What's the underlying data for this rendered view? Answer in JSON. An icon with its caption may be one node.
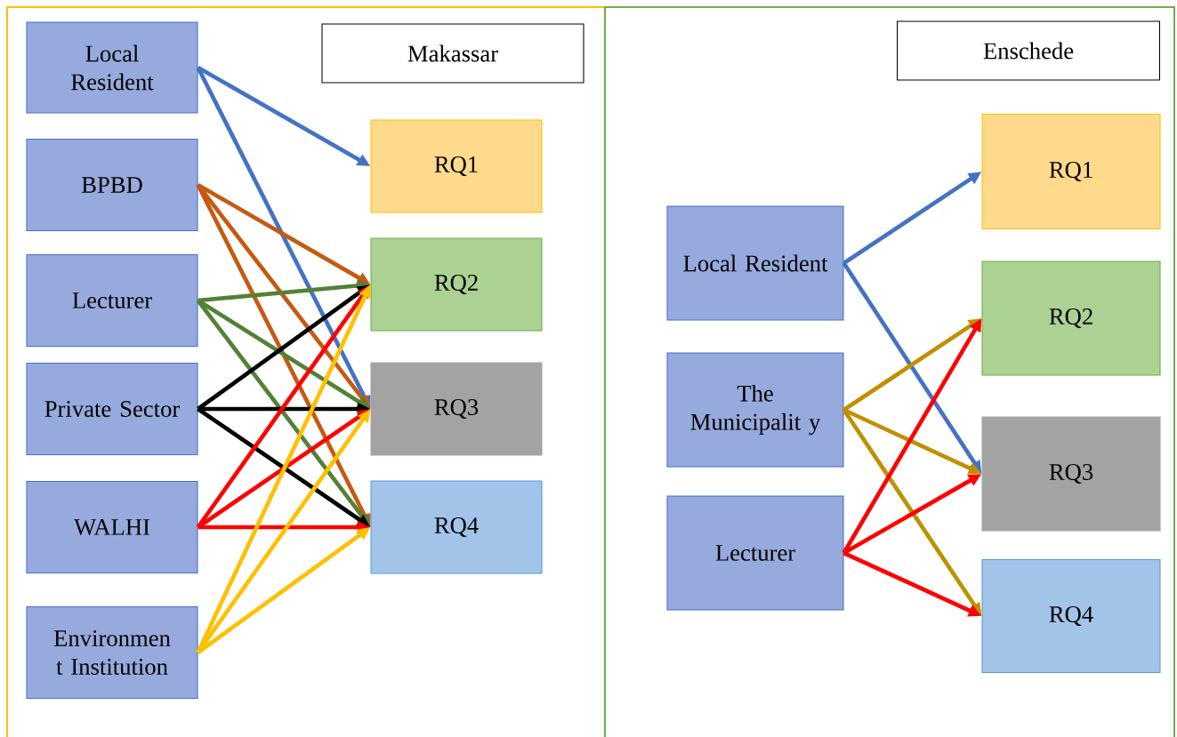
{
  "diagram": {
    "nodes": [
      {
        "text": [
          "Makassar"
        ]
      },
      {
        "text": [
          "Local Resident"
        ]
      },
      {
        "text": [
          "BPBD"
        ]
      },
      {
        "text": [
          "Lecturer"
        ]
      },
      {
        "text": [
          "Private Sector"
        ]
      },
      {
        "text": [
          "WALHI"
        ]
      },
      {
        "text": [
          "Environmen t Institution"
        ]
      },
      {
        "text": [
          "RQ1"
        ]
      },
      {
        "text": [
          "RQ2"
        ]
      },
      {
        "text": [
          "RQ3"
        ]
      },
      {
        "text": [
          "RQ4"
        ]
      },
      {
        "text": [
          "Enschede"
        ]
      },
      {
        "text": [
          "Local Resident"
        ]
      },
      {
        "text": [
          "The Municipalit y"
        ]
      },
      {
        "text": [
          "Lecturer"
        ]
      },
      {
        "text": [
          "RQ1"
        ]
      },
      {
        "text": [
          "RQ2"
        ]
      },
      {
        "text": [
          "RQ3"
        ]
      },
      {
        "text": [
          "RQ4"
        ]
      }
    ],
    "edges": [
      {
        "from": 1,
        "to": 7,
        "arrow": "to",
        "color": "#4472c4"
      },
      {
        "from": 1,
        "to": 9,
        "arrow": "to",
        "color": "#4472c4"
      },
      {
        "from": 2,
        "to": 8,
        "arrow": "to",
        "color": "#c55a11"
      },
      {
        "from": 2,
        "to": 9,
        "arrow": "to",
        "color": "#c55a11"
      },
      {
        "from": 2,
        "to": 10,
        "arrow": "to",
        "color": "#c55a11"
      },
      {
        "from": 3,
        "to": 8,
        "arrow": "to",
        "color": "#538135"
      },
      {
        "from": 3,
        "to": 9,
        "arrow": "to",
        "color": "#538135"
      },
      {
        "from": 3,
        "to": 10,
        "arrow": "to",
        "color": "#538135"
      },
      {
        "from": 4,
        "to": 8,
        "arrow": "to",
        "color": "#000000"
      },
      {
        "from": 4,
        "to": 9,
        "arrow": "to",
        "color": "#000000"
      },
      {
        "from": 4,
        "to": 10,
        "arrow": "to",
        "color": "#000000"
      },
      {
        "from": 5,
        "to": 8,
        "arrow": "to",
        "color": "#ff0000"
      },
      {
        "from": 5,
        "to": 9,
        "arrow": "to",
        "color": "#ff0000"
      },
      {
        "from": 5,
        "to": 10,
        "arrow": "to",
        "color": "#ff0000"
      },
      {
        "from": 6,
        "to": 8,
        "arrow": "to",
        "color": "#ffc000"
      },
      {
        "from": 6,
        "to": 9,
        "arrow": "to",
        "color": "#ffc000"
      },
      {
        "from": 6,
        "to": 10,
        "arrow": "to",
        "color": "#ffc000"
      },
      {
        "from": 12,
        "to": 15,
        "arrow": "to",
        "color": "#4472c4"
      },
      {
        "from": 12,
        "to": 17,
        "arrow": "to",
        "color": "#4472c4"
      },
      {
        "from": 13,
        "to": 16,
        "arrow": "to",
        "color": "#bf9000"
      },
      {
        "from": 13,
        "to": 17,
        "arrow": "to",
        "color": "#bf9000"
      },
      {
        "from": 13,
        "to": 18,
        "arrow": "to",
        "color": "#bf9000"
      },
      {
        "from": 14,
        "to": 16,
        "arrow": "to",
        "color": "#ff0000"
      },
      {
        "from": 14,
        "to": 17,
        "arrow": "to",
        "color": "#ff0000"
      },
      {
        "from": 14,
        "to": 18,
        "arrow": "to",
        "color": "#ff0000"
      }
    ]
  }
}
